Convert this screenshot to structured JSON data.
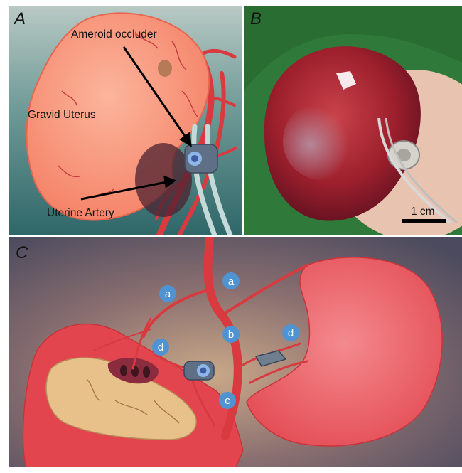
{
  "panels": {
    "a": {
      "letter": "A",
      "labels": {
        "occluder": "Ameroid occluder",
        "uterus": "Gravid Uterus",
        "artery": "Uterine Artery"
      }
    },
    "b": {
      "letter": "B",
      "scale_bar": "1 cm"
    },
    "c": {
      "letter": "C",
      "markers": [
        "a",
        "a",
        "b",
        "c",
        "d",
        "d"
      ]
    }
  },
  "colors": {
    "uterus": "#f5866e",
    "vessel": "#d83a40",
    "occluder_ring": "#5f6f85",
    "marker": "#4f93d3",
    "fetus": "#e8c08a",
    "panel_a_bg": "#4e7f80",
    "panel_c_bg": "#7b6670"
  }
}
